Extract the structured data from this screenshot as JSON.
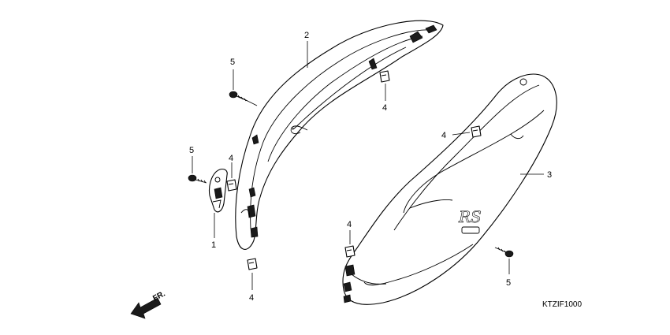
{
  "diagram": {
    "callouts": {
      "c1": "1",
      "c2": "2",
      "c3": "3",
      "c4a": "4",
      "c4b": "4",
      "c4c": "4",
      "c4d": "4",
      "c4e": "4",
      "c5a": "5",
      "c5b": "5",
      "c5c": "5"
    },
    "direction_label": "FR.",
    "diagram_code": "KTZIF1000",
    "emblem_text": "RS"
  }
}
